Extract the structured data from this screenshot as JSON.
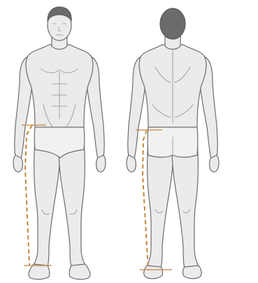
{
  "diagram": {
    "figures": [
      {
        "view": "front"
      },
      {
        "view": "back"
      }
    ],
    "measurement": {
      "name": "outside-leg-length",
      "line_style": "dashed"
    },
    "colors": {
      "background": "#ffffff",
      "skin": "#ebebec",
      "outline": "#6d6d6f",
      "shade": "#d7d7d9",
      "hair": "#6b6b6d",
      "measure_line": "#c4893c"
    }
  }
}
